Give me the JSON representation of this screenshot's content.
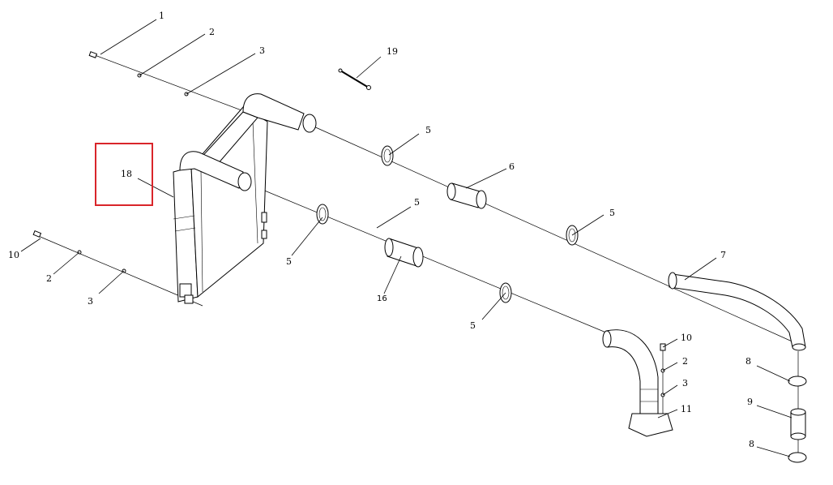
{
  "callouts": {
    "c1": "1",
    "c2a": "2",
    "c3a": "3",
    "c19": "19",
    "c5a": "5",
    "c6": "6",
    "c18": "18",
    "c5b": "5",
    "c5c": "5",
    "c5d": "5",
    "c10a": "10",
    "c2b": "2",
    "c3b": "3",
    "c16": "16",
    "c5e": "5",
    "c7": "7",
    "c10b": "10",
    "c2c": "2",
    "c3c": "3",
    "c11": "11",
    "c8a": "8",
    "c9": "9",
    "c8b": "8"
  },
  "highlight": {
    "part": "18",
    "color": "#d9252a"
  }
}
